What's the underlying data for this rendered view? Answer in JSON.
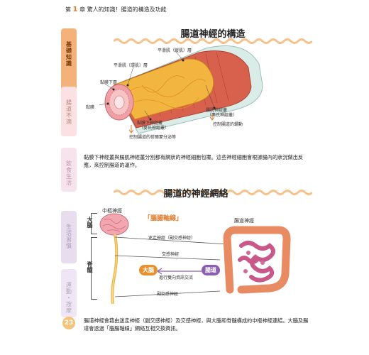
{
  "header": {
    "chapter_prefix": "第",
    "chapter_number": "1",
    "chapter_suffix": "章",
    "subtitle": "驚人的知識！腸道的構造及功能"
  },
  "tabs": [
    "基礎知識",
    "腸道不適",
    "飲食生活",
    "生活習慣",
    "運動・按摩"
  ],
  "page_number": "23",
  "section1": {
    "title": "腸道神經的構造",
    "labels": {
      "circular": "平滑肌（縱肌）層",
      "longitudinal": "平滑肌（環肌）層",
      "submucosa": "黏膜下層",
      "mucosa": "黏膜",
      "submucosal_plexus": "黏膜下神經叢",
      "submucosal_plexus_alt": "（麥氏神經叢）",
      "secretion": "控制腸道的荷爾蒙分泌等",
      "myenteric_plexus": "腸肌神經叢",
      "myenteric_plexus_alt": "（奧氏神經叢）",
      "motility": "控制腸道的蠕動"
    },
    "paragraph": "黏膜下神經叢與腸肌神經叢分別都有網狀的神經細胞包覆。這些神經細胞會根據腸內的狀況做出反應，來控制腸道的運作。"
  },
  "section2": {
    "title": "腸道的神經網絡",
    "labels": {
      "central": "中樞神經",
      "brain": "大腦",
      "spine": "脊髓",
      "axis": "「腦腸軸線」",
      "intestine": "腸道神經",
      "vagus": "迷走神經（副交感神經）",
      "sympathetic": "交感神經",
      "exchange": "進行雙向資訊交流",
      "parasympathetic": "副交感神經",
      "brain_chip": "大腦",
      "gut_chip": "腸道"
    },
    "paragraph": "腸道神經會藉由迷走神經（副交感神經）及交感神經，與大腦和脊髓構成的中樞神經連結。大腦及腸道會透過「腦腸軸線」網絡互相交換資訊。"
  }
}
